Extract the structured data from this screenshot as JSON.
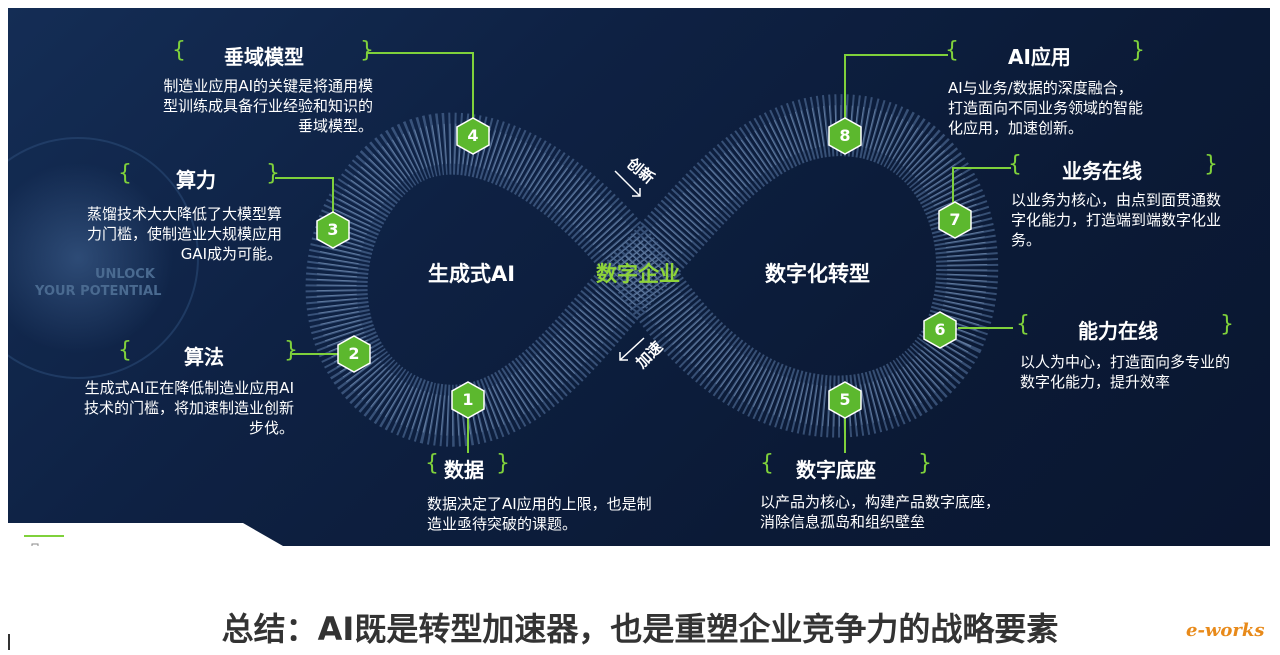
{
  "center": {
    "left_label": "生成式AI",
    "middle_label": "数字企业",
    "right_label": "数字化转型",
    "arrow_up_label": "创新",
    "arrow_down_label": "加速"
  },
  "watermark": {
    "line1": "UNLOCK",
    "line2": "YOUR POTENTIAL"
  },
  "nodes": [
    {
      "num": "1",
      "title": "数据",
      "desc": "数据决定了AI应用的上限，也是制造业亟待突破的课题。"
    },
    {
      "num": "2",
      "title": "算法",
      "desc": "生成式AI正在降低制造业应用AI技术的门槛，将加速制造业创新步伐。"
    },
    {
      "num": "3",
      "title": "算力",
      "desc": "蒸馏技术大大降低了大模型算力门槛，使制造业大规模应用GAI成为可能。"
    },
    {
      "num": "4",
      "title": "垂域模型",
      "desc": "制造业应用AI的关键是将通用模型训练成具备行业经验和知识的垂域模型。"
    },
    {
      "num": "5",
      "title": "数字底座",
      "desc": "以产品为核心，构建产品数字底座，消除信息孤岛和组织壁垒"
    },
    {
      "num": "6",
      "title": "能力在线",
      "desc": "以人为中心，打造面向多专业的数字化能力，提升效率"
    },
    {
      "num": "7",
      "title": "业务在线",
      "desc": "以业务为核心，由点到面贯通数字化能力，打造端到端数字化业务。"
    },
    {
      "num": "8",
      "title": "AI应用",
      "desc": "AI与业务/数据的深度融合，打造面向不同业务领域的智能化应用，加速创新。"
    }
  ],
  "summary": "总结：AI既是转型加速器，也是重塑企业竞争力的战略要素",
  "logo": "e-works",
  "colors": {
    "accent_green": "#7fd13b",
    "hex_green": "#5cb82e",
    "center_green": "#8ed43a",
    "background": "#0d1e3e"
  }
}
